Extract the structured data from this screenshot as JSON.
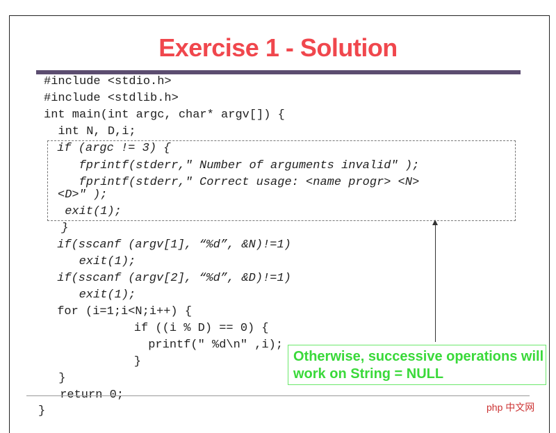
{
  "slide": {
    "title": "Exercise 1 - Solution",
    "code_lines": [
      "#include <stdio.h>",
      "#include <stdlib.h>",
      "int main(int argc, char* argv[]) {",
      "  int N, D,i;",
      " if (argc != 3) {",
      "   fprintf(stderr,″ Number of arguments invalid″ );",
      "   fprintf(stderr,″ Correct usage: <name progr> <N>",
      "<D>″ );",
      " exit(1);",
      " }",
      " if(sscanf (argv[1], “%d”, &N)!=1)",
      "   exit(1);",
      " if(sscanf (argv[2], “%d”, &D)!=1)",
      "   exit(1);",
      " for (i=1;i<N;i++) {",
      "    if ((i % D) == 0) {",
      "      printf(″ %d\\n″ ,i);",
      "    }",
      " }",
      " return 0;",
      "}"
    ],
    "callout": "Otherwise, successive operations will work on String = NULL",
    "watermark": "php 中文网",
    "colors": {
      "title": "#f0474d",
      "rule": "#5c4d70",
      "callout": "#3ad93a"
    }
  }
}
